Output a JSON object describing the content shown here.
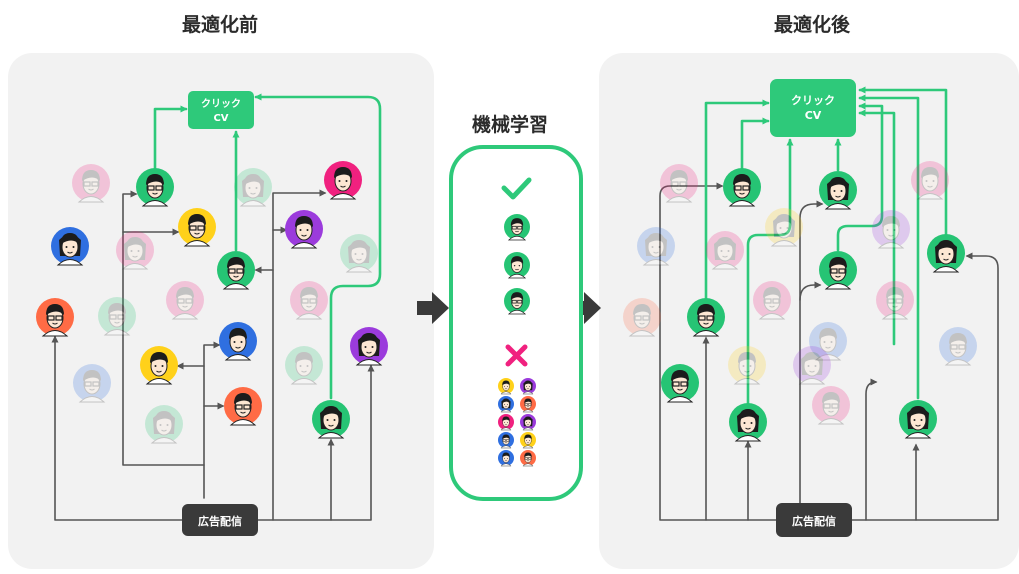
{
  "before": {
    "title": "最適化前",
    "cv_box": [
      "クリック",
      "CV"
    ],
    "delivery": "広告配信"
  },
  "after": {
    "title": "最適化後",
    "cv_box": [
      "クリック",
      "CV"
    ],
    "delivery": "広告配信"
  },
  "middle": {
    "title": "機械学習",
    "good_mark": "check-icon",
    "bad_mark": "cross-icon"
  },
  "colors": {
    "panel": "#f2f2f2",
    "green": "#2ec97a",
    "dark": "#3a3a3a",
    "line": "#555555",
    "avatar": {
      "green": "#26c474",
      "yellow": "#ffd11a",
      "pink": "#f0217f",
      "purple": "#9b3bdc",
      "blue": "#2f6fe0",
      "orange": "#ff6b45",
      "darkblue": "#2f6fe0"
    }
  },
  "avatars_before": [
    {
      "color": "pink",
      "style": "glasses",
      "faded": true
    },
    {
      "color": "green",
      "style": "glasses",
      "faded": false
    },
    {
      "color": "green",
      "style": "girl",
      "faded": true
    },
    {
      "color": "pink",
      "style": "boy",
      "faded": false
    },
    {
      "color": "yellow",
      "style": "glasses",
      "faded": false
    },
    {
      "color": "blue",
      "style": "girl",
      "faded": false
    },
    {
      "color": "pink",
      "style": "girl",
      "faded": true
    },
    {
      "color": "purple",
      "style": "boy",
      "faded": false
    },
    {
      "color": "green",
      "style": "girl",
      "faded": true
    },
    {
      "color": "green",
      "style": "glasses",
      "faded": false
    },
    {
      "color": "orange",
      "style": "glasses",
      "faded": false
    },
    {
      "color": "green",
      "style": "glasses",
      "faded": true
    },
    {
      "color": "pink",
      "style": "glasses",
      "faded": true
    },
    {
      "color": "pink",
      "style": "glasses",
      "faded": true
    },
    {
      "color": "darkblue",
      "style": "boy",
      "faded": false
    },
    {
      "color": "yellow",
      "style": "boy",
      "faded": false
    },
    {
      "color": "green",
      "style": "boy",
      "faded": true
    },
    {
      "color": "purple",
      "style": "girl",
      "faded": false
    },
    {
      "color": "blue",
      "style": "glasses",
      "faded": true
    },
    {
      "color": "orange",
      "style": "glasses",
      "faded": false
    },
    {
      "color": "green",
      "style": "girl",
      "faded": true
    },
    {
      "color": "green",
      "style": "girl",
      "faded": false
    }
  ],
  "avatars_middle": [
    {
      "color": "green",
      "style": "glasses"
    },
    {
      "color": "green",
      "style": "boy"
    },
    {
      "color": "green",
      "style": "glasses"
    },
    {
      "color": "yellow",
      "style": "boy"
    },
    {
      "color": "purple",
      "style": "girl"
    },
    {
      "color": "blue",
      "style": "girl"
    },
    {
      "color": "orange",
      "style": "glasses"
    },
    {
      "color": "pink",
      "style": "boy"
    },
    {
      "color": "purple",
      "style": "girl"
    },
    {
      "color": "blue",
      "style": "glasses"
    },
    {
      "color": "yellow",
      "style": "boy"
    },
    {
      "color": "darkblue",
      "style": "boy"
    },
    {
      "color": "orange",
      "style": "glasses"
    }
  ],
  "avatars_after": [
    {
      "color": "pink",
      "style": "glasses",
      "faded": true
    },
    {
      "color": "green",
      "style": "glasses",
      "faded": false
    },
    {
      "color": "green",
      "style": "girl",
      "faded": false
    },
    {
      "color": "pink",
      "style": "boy",
      "faded": true
    },
    {
      "color": "yellow",
      "style": "girl",
      "faded": true
    },
    {
      "color": "blue",
      "style": "girl",
      "faded": true
    },
    {
      "color": "pink",
      "style": "girl",
      "faded": true
    },
    {
      "color": "purple",
      "style": "boy",
      "faded": true
    },
    {
      "color": "green",
      "style": "girl",
      "faded": false
    },
    {
      "color": "green",
      "style": "glasses",
      "faded": false
    },
    {
      "color": "orange",
      "style": "glasses",
      "faded": true
    },
    {
      "color": "green",
      "style": "glasses",
      "faded": false
    },
    {
      "color": "pink",
      "style": "glasses",
      "faded": true
    },
    {
      "color": "pink",
      "style": "glasses",
      "faded": true
    },
    {
      "color": "blue",
      "style": "boy",
      "faded": true
    },
    {
      "color": "yellow",
      "style": "boy",
      "faded": true
    },
    {
      "color": "purple",
      "style": "girl",
      "faded": true
    },
    {
      "color": "blue",
      "style": "glasses",
      "faded": true
    },
    {
      "color": "green",
      "style": "glasses",
      "faded": false
    },
    {
      "color": "pink",
      "style": "glasses",
      "faded": true
    },
    {
      "color": "green",
      "style": "girl",
      "faded": false
    },
    {
      "color": "green",
      "style": "girl",
      "faded": false
    }
  ]
}
